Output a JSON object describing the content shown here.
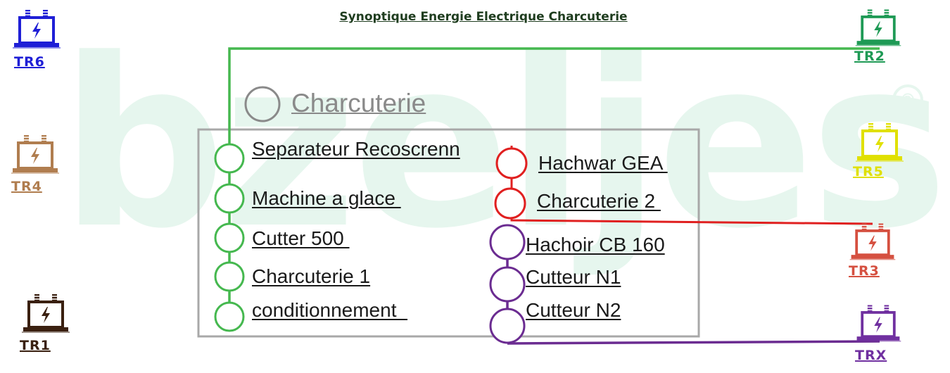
{
  "title": "Synoptique Energie Electrique Charcuterie",
  "watermark": "bzeljes",
  "registered_mark": "®",
  "group": {
    "label": "Charcuterie"
  },
  "colors": {
    "green": "#45b84f",
    "red": "#e02020",
    "purple": "#6b2c91",
    "grey": "#a8a8a8",
    "TR6": "#1f1fd6",
    "TR4": "#b07d4f",
    "TR1": "#3a2010",
    "TR2": "#1e9a55",
    "TR5": "#e0e000",
    "TR3": "#d55040",
    "TRX": "#7030a0"
  },
  "transformers": [
    {
      "id": "TR6",
      "label": "TR6",
      "icon": "lightning-icon"
    },
    {
      "id": "TR4",
      "label": "TR4",
      "icon": "lightning-icon"
    },
    {
      "id": "TR1",
      "label": "TR1",
      "icon": "lightning-icon"
    },
    {
      "id": "TR2",
      "label": "TR2",
      "icon": "lightning-icon"
    },
    {
      "id": "TR5",
      "label": "TR5",
      "icon": "lightning-icon"
    },
    {
      "id": "TR3",
      "label": "TR3",
      "icon": "lightning-icon"
    },
    {
      "id": "TRX",
      "label": "TRX",
      "icon": "lightning-icon"
    }
  ],
  "feeders": {
    "green": [
      "Separateur Recoscrenn",
      "Machine a glace ",
      "Cutter 500 ",
      "Charcuterie 1",
      "conditionnement  "
    ],
    "red": [
      "Hachwar GEA ",
      "Charcuterie 2 "
    ],
    "purple": [
      "Hachoir CB 160",
      "Cutteur N1",
      "Cutteur N2"
    ]
  }
}
